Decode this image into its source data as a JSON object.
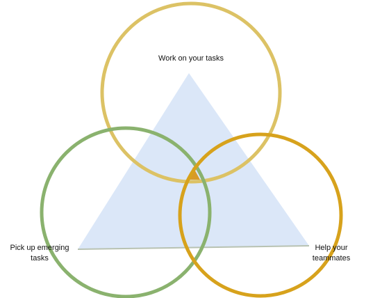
{
  "diagram": {
    "colors": {
      "triangle_fill": "#dbe7f8",
      "triangle_base": "#b8c2b2",
      "circle_top": "#dcc265",
      "circle_left": "#8ab26e",
      "circle_right": "#d7a21c",
      "center_mark": "#d79a28"
    },
    "labels": {
      "top": "Work on your tasks",
      "left_line1": "Pick up emerging",
      "left_line2": "tasks",
      "right_line1": "Help your",
      "right_line2": "teammates"
    }
  }
}
